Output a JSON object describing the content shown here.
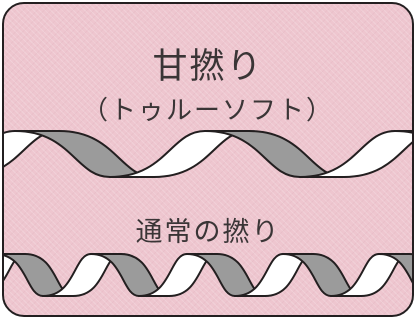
{
  "labels": {
    "soft_twist_title": "甘撚り",
    "soft_twist_subtitle": "（トゥルーソフト）",
    "regular_twist_title": "通常の撚り"
  },
  "colors": {
    "panel_background": "#eec6cf",
    "border": "#231f20",
    "strand_white": "#ffffff",
    "strand_gray": "#9b9b9b",
    "text": "#3a3536"
  }
}
